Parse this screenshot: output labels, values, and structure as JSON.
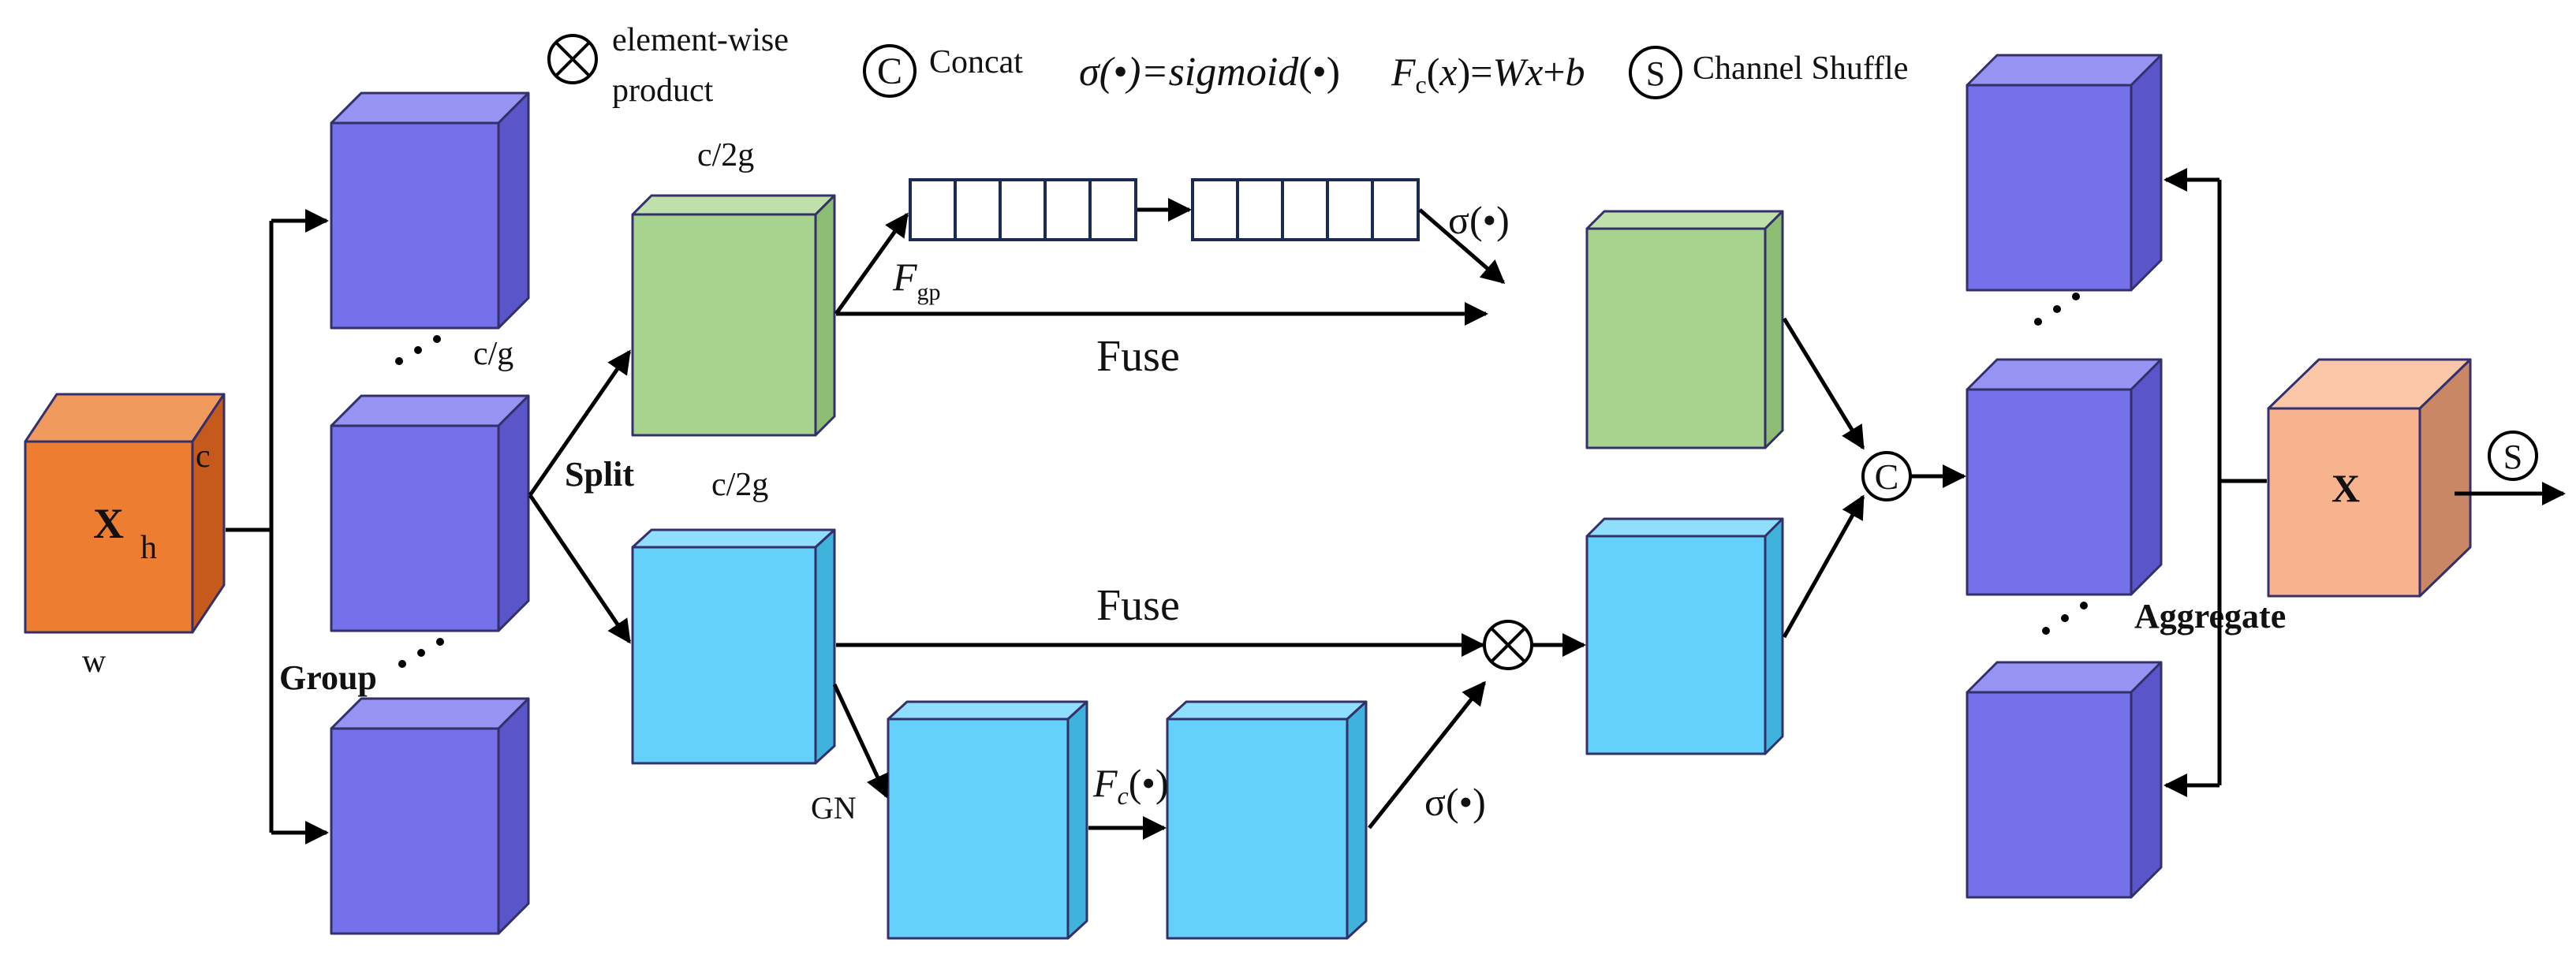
{
  "legend": {
    "product_text_line1": "element-wise",
    "product_text_line2": "product",
    "concat_symbol": "C",
    "concat_text": "Concat",
    "sigma_formula_left": "σ(•)=sig",
    "sigma_formula_italic": "moid",
    "sigma_formula_right": "(•)",
    "fc_F": "F",
    "fc_sub": "c",
    "fc_mid": "(",
    "fc_x": "x",
    "fc_eq": ")=",
    "fc_Wx": "Wx",
    "fc_plus": "+",
    "fc_b": "b",
    "shuffle_symbol": "S",
    "shuffle_text": "Channel  Shuffle"
  },
  "input": {
    "label": "X",
    "c": "c",
    "h": "h",
    "w": "w"
  },
  "labels": {
    "group": "Group",
    "c_over_g": "c/g",
    "split": "Split",
    "c_over_2g_top": "c/2g",
    "c_over_2g_bottom": "c/2g",
    "fgp_F": "F",
    "fgp_sub": "gp",
    "sigma_top": "σ(•)",
    "fuse_top": "Fuse",
    "fuse_bottom": "Fuse",
    "gn": "GN",
    "fc_F": "F",
    "fc_sub": "c",
    "fc_rest": "(•)",
    "sigma_bottom": "σ(•)",
    "aggregate": "Aggregate",
    "concat_node": "C",
    "product_node": "×",
    "output_label": "X",
    "shuffle_node": "S"
  },
  "colors": {
    "purple_front": "#7571eb",
    "purple_top": "#9793f2",
    "purple_side": "#5a55c9",
    "green_front": "#a8d38f",
    "green_top": "#bfe0aa",
    "green_side": "#8cbd72",
    "blue_front": "#63d1fa",
    "blue_top": "#8fdefb",
    "blue_side": "#3fb3dc",
    "orange_front": "#ed7d31",
    "orange_top": "#f19a5e",
    "orange_side": "#c55a1c",
    "peach_front": "#f7b38d",
    "peach_top": "#f9c7a8",
    "peach_side": "#c98766"
  }
}
